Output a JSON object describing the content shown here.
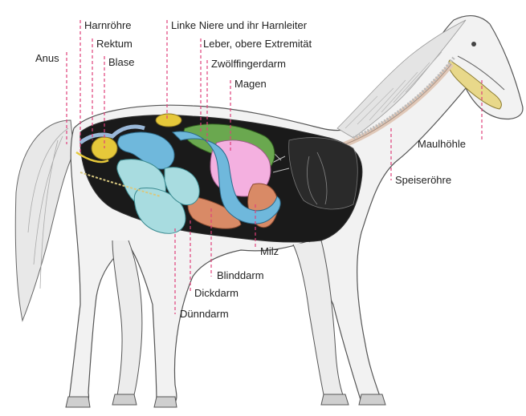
{
  "labels": {
    "harnroehre": "Harnröhre",
    "linke_niere": "Linke Niere und ihr Harnleiter",
    "rektum": "Rektum",
    "leber": "Leber, obere Extremität",
    "anus": "Anus",
    "blase": "Blase",
    "zwoelffingerdarm": "Zwölffingerdarm",
    "magen": "Magen",
    "maulhoehle": "Maulhöhle",
    "speiseroehre": "Speiseröhre",
    "milz": "Milz",
    "blinddarm": "Blinddarm",
    "dickdarm": "Dickdarm",
    "duenndarm": "Dünndarm"
  },
  "colors": {
    "leader_line": "#e0407a",
    "horse_body": "#f2f2f2",
    "outline": "#555555",
    "cavity": "#1a1a1a",
    "small_intestine": "#a8dce0",
    "large_intestine": "#6fb8dc",
    "stomach": "#f4b0e0",
    "spleen": "#d98a66",
    "liver": "#6aa84f",
    "bladder_urethra": "#e6c83a",
    "esophagus": "#e0c8b8",
    "mouth": "#e8d88a"
  }
}
